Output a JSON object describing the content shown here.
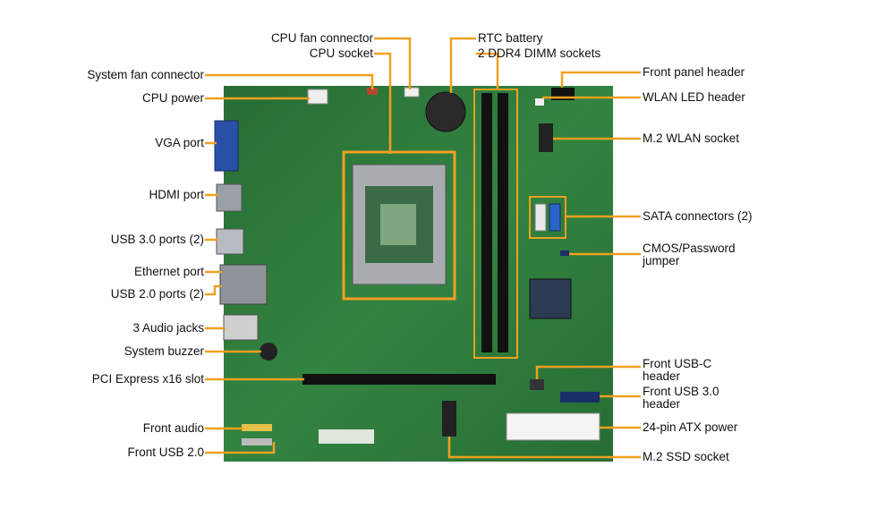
{
  "colors": {
    "board": "#2e7a3c",
    "board_dark": "#1f5e2c",
    "leader": "#f0a020",
    "highlight": "#f0a020",
    "slot": "#111111",
    "text": "#111111"
  },
  "labels": {
    "cpu_fan": "CPU fan connector",
    "cpu_socket": "CPU socket",
    "rtc_battery": "RTC battery",
    "dimm": "2 DDR4 DIMM sockets",
    "system_fan": "System fan connector",
    "cpu_power": "CPU power",
    "vga": "VGA port",
    "hdmi": "HDMI port",
    "usb3": "USB 3.0 ports (2)",
    "ethernet": "Ethernet port",
    "usb2": "USB 2.0 ports (2)",
    "audio_jacks": "3 Audio jacks",
    "buzzer": "System buzzer",
    "pcie": "PCI Express x16 slot",
    "front_audio": "Front audio",
    "front_usb2": "Front USB 2.0",
    "front_panel": "Front panel header",
    "wlan_led": "WLAN LED header",
    "m2_wlan": "M.2 WLAN socket",
    "sata": "SATA connectors (2)",
    "cmos_1": "CMOS/Password",
    "cmos_2": "jumper",
    "usbc_1": "Front USB-C",
    "usbc_2": "header",
    "usb30h_1": "Front USB 3.0",
    "usb30h_2": "header",
    "atx": "24-pin ATX power",
    "m2_ssd": "M.2 SSD socket"
  }
}
